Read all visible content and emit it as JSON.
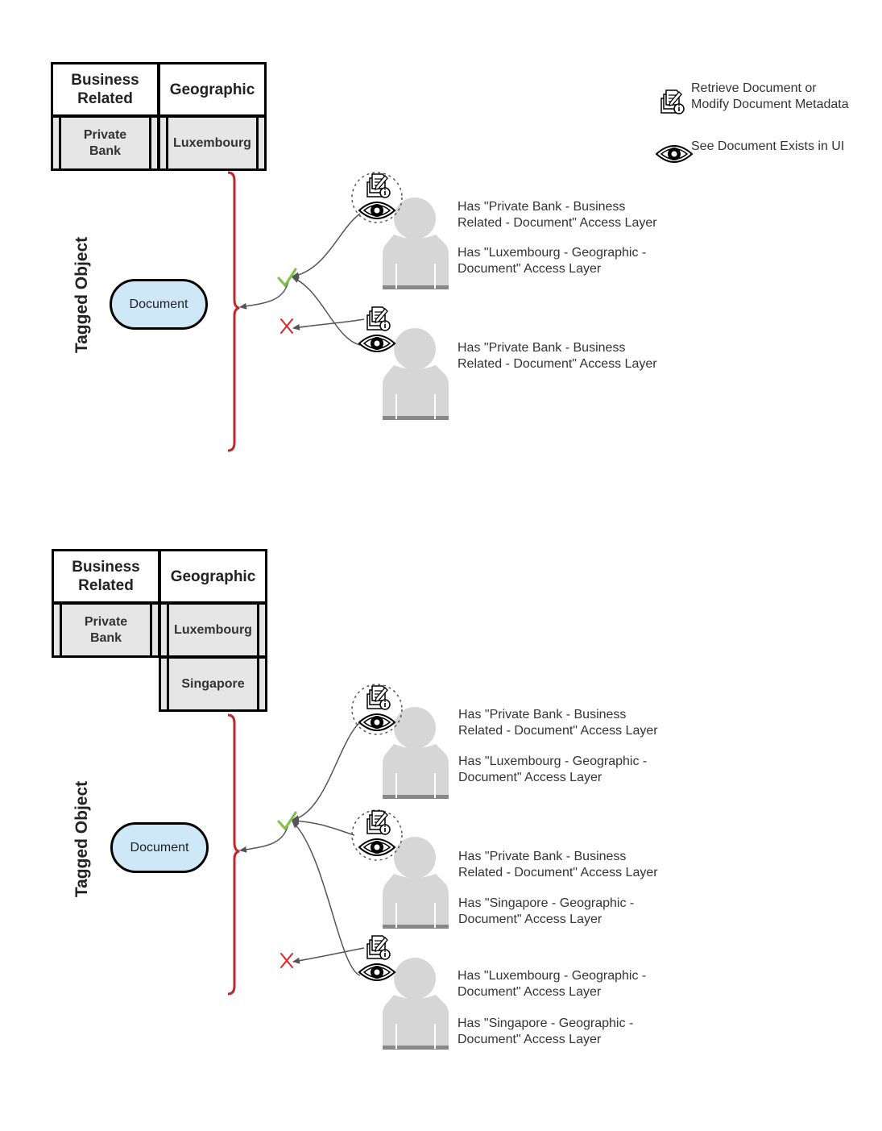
{
  "legend": {
    "retrieve_label": "Retrieve Document or Modify Document Metadata",
    "see_label": "See Document Exists in UI",
    "retrieve_icon": "document-edit-info-icon",
    "see_icon": "eye-icon"
  },
  "diagram1": {
    "business_header": "Business Related",
    "geographic_header": "Geographic",
    "business_value": "Private Bank",
    "geographic_value": "Luxembourg",
    "tagged_label": "Tagged Object",
    "document_label": "Document",
    "users": [
      {
        "line1": "Has \"Private Bank - Business Related - Document\" Access Layer",
        "line2": "Has \"Luxembourg - Geographic - Document\" Access Layer",
        "access": "allowed"
      },
      {
        "line1": "Has \"Private Bank - Business Related - Document\" Access Layer",
        "line2": "",
        "access": "denied"
      }
    ]
  },
  "diagram2": {
    "business_header": "Business Related",
    "geographic_header": "Geographic",
    "business_value": "Private Bank",
    "geographic_value_1": "Luxembourg",
    "geographic_value_2": "Singapore",
    "tagged_label": "Tagged Object",
    "document_label": "Document",
    "users": [
      {
        "line1": "Has \"Private Bank - Business Related - Document\" Access Layer",
        "line2": "Has \"Luxembourg - Geographic - Document\" Access Layer",
        "access": "allowed"
      },
      {
        "line1": "Has \"Private Bank - Business Related - Document\" Access Layer",
        "line2": "Has \"Singapore - Geographic - Document\" Access Layer",
        "access": "allowed"
      },
      {
        "line1": "Has \"Luxembourg - Geographic - Document\" Access Layer",
        "line2": "Has \"Singapore - Geographic - Document\" Access Layer",
        "access": "denied"
      }
    ]
  },
  "colors": {
    "brace": "#c0272d",
    "check": "#7dc242",
    "cross": "#e0242a",
    "document_fill": "#cfe8f8",
    "value_fill": "#e6e6e6",
    "person": "#d6d6d6"
  }
}
